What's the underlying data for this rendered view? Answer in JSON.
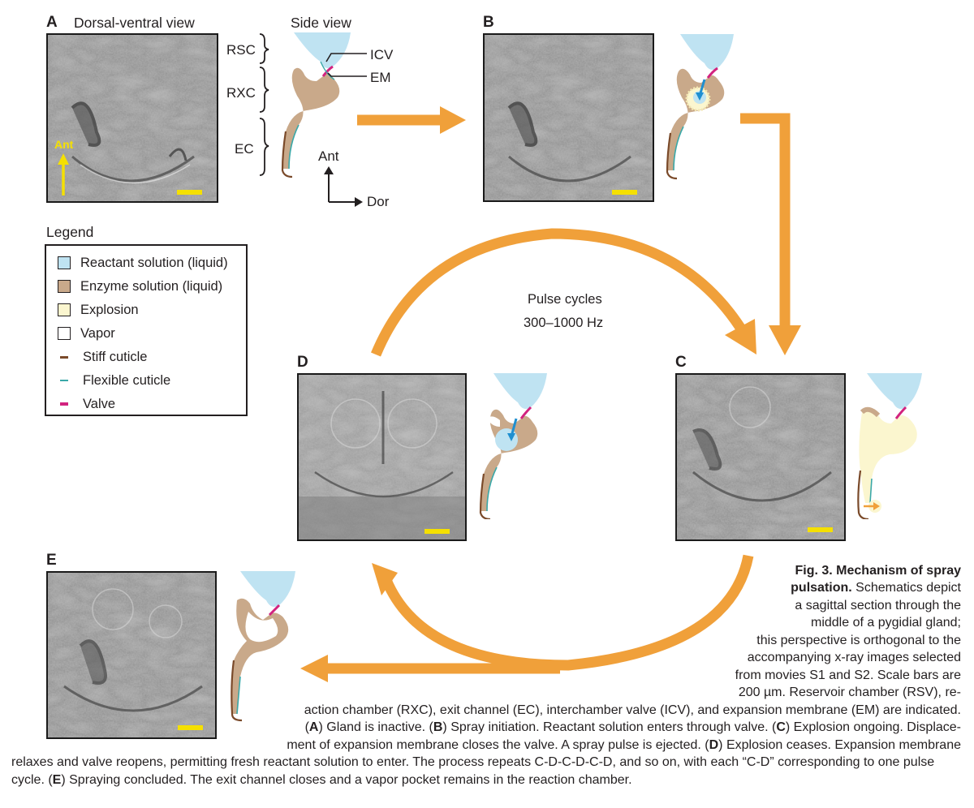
{
  "panels": {
    "A": {
      "letter": "A",
      "title": "Dorsal-ventral view",
      "side_title": "Side view",
      "ant_label": "Ant",
      "bracket_labels": [
        "RSC",
        "RXC",
        "EC"
      ],
      "callouts": [
        "ICV",
        "EM"
      ],
      "axis": {
        "up": "Ant",
        "right": "Dor"
      }
    },
    "B": {
      "letter": "B"
    },
    "C": {
      "letter": "C"
    },
    "D": {
      "letter": "D"
    },
    "E": {
      "letter": "E"
    }
  },
  "cycle": {
    "line1": "Pulse cycles",
    "line2": "300–1000 Hz"
  },
  "legend": {
    "title": "Legend",
    "items": [
      {
        "kind": "box",
        "label": "Reactant solution (liquid)",
        "color": "#bfe3f2"
      },
      {
        "kind": "box",
        "label": "Enzyme solution (liquid)",
        "color": "#c9a98a"
      },
      {
        "kind": "box",
        "label": "Explosion",
        "color": "#fbf6cf"
      },
      {
        "kind": "box",
        "label": "Vapor",
        "color": "#ffffff"
      },
      {
        "kind": "line",
        "label": "Stiff cuticle",
        "color": "#7a4a2a"
      },
      {
        "kind": "line",
        "label": "Flexible cuticle",
        "color": "#3aa8a8"
      },
      {
        "kind": "line",
        "label": "Valve",
        "color": "#d2237f"
      }
    ]
  },
  "colors": {
    "arrow": "#f0a03a",
    "scalebar": "#f5e000",
    "reactant": "#bfe3f2",
    "enzyme": "#c9a98a",
    "explosion": "#fbf6cf",
    "stiff": "#7a4a2a",
    "flexible": "#3aa8a8",
    "valve": "#d2237f"
  },
  "caption": {
    "r1a": "Fig. 3. Mechanism of spray",
    "r2a": "pulsation.",
    "r2b": " Schematics depict",
    "r3": "a sagittal section through the",
    "r4": "middle of a pygidial gland;",
    "r5": "this perspective is orthogonal to the",
    "r6": "accompanying x-ray images selected",
    "r7": "from movies S1 and S2. Scale bars are",
    "r8": "200 µm. Reservoir chamber (RSV), re-",
    "r9": "action chamber (RXC), exit channel (EC), interchamber valve (ICV), and expansion membrane (EM) are indicated.",
    "r10": [
      [
        "(",
        "A",
        ") Gland is inactive. ("
      ],
      [
        "B",
        ") Spray initiation. Reactant solution enters through valve. ("
      ],
      [
        "C",
        ") Explosion ongoing. Displace-"
      ]
    ],
    "r11": "ment of expansion membrane closes the valve. A spray pulse is ejected. (",
    "r11b": "D",
    "r11c": ") Explosion ceases. Expansion membrane",
    "r12": "relaxes and valve reopens, permitting fresh reactant solution to enter. The process repeats C-D-C-D-C-D, and so on, with each “C-D” corresponding to one pulse",
    "r13a": "cycle. (",
    "r13b": "E",
    "r13c": ") Spraying concluded. The exit channel closes and a vapor pocket remains in the reaction chamber."
  }
}
